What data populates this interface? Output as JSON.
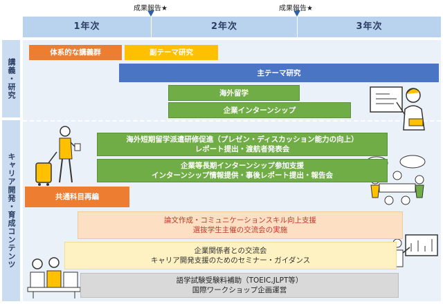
{
  "timeline": {
    "report_marker_1": "成果報告★",
    "report_marker_2": "成果報告★",
    "years": [
      "1年次",
      "2年次",
      "3年次"
    ]
  },
  "sections": {
    "lecture_research": "講義・研究",
    "career": "キャリア開発・育成コンテンツ"
  },
  "bars": {
    "systematic_lectures": "体系的な講義群",
    "sub_theme": "副テーマ研究",
    "main_theme": "主テーマ研究",
    "overseas_study": "海外留学",
    "corporate_internship": "企業インターンシップ",
    "short_overseas": "海外短期留学派遣研修促進（プレゼン・ディスカッション能力の向上）\nレポート提出・渡航者発表会",
    "long_internship": "企業等長期インターンシップ参加支援\nインターンシップ情報提供・事後レポート提出・報告会",
    "common_subjects": "共通科目再編",
    "writing_comm": "論文作成・コミュニケーションスキル向上支援\n選抜学生主催の交流会の実施",
    "corporate_exchange": "企業関係者との交流会\nキャリア開発支援のためのセミナー・ガイダンス",
    "language_test": "語学試験受験料補助（TOEIC,JLPT等）\n国際ワークショップ企画運営"
  },
  "colors": {
    "orange": "#ec7d31",
    "yellow": "#ffc000",
    "blue": "#4a74c4",
    "green": "#70ad47",
    "light_orange": "#fde0c4",
    "light_yellow": "#fff2c2",
    "gray": "#d9d9d9"
  }
}
